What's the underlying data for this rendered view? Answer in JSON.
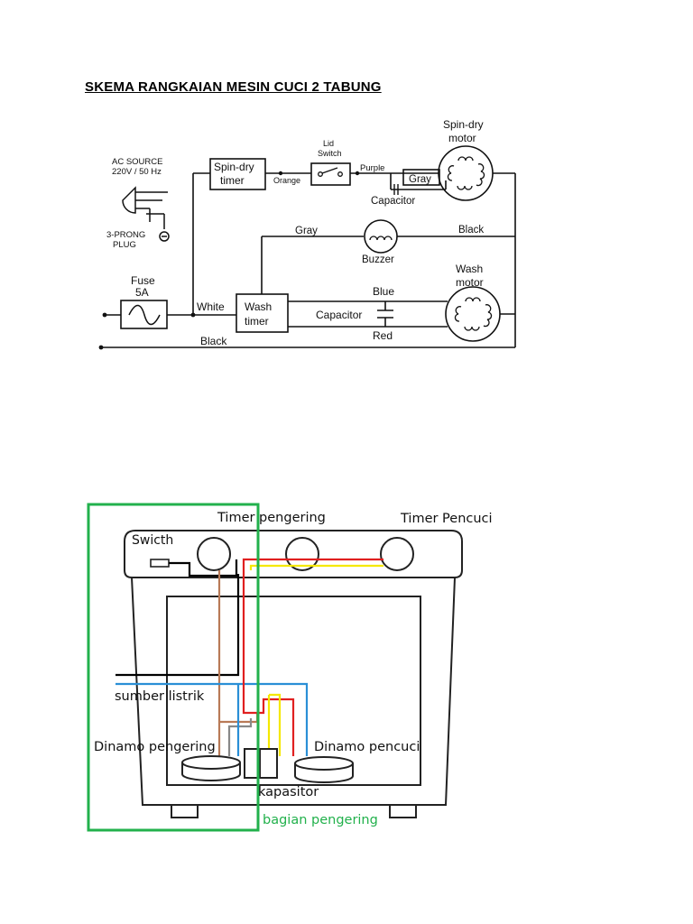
{
  "page": {
    "title": "SKEMA RANGKAIAN MESIN CUCI 2 TABUNG"
  },
  "schematic": {
    "ac_source": [
      "AC SOURCE",
      "220V / 50 Hz"
    ],
    "plug": [
      "3-PRONG",
      "PLUG"
    ],
    "fuse": [
      "Fuse",
      "5A"
    ],
    "spin_timer": [
      "Spin-dry",
      "timer"
    ],
    "wash_timer": [
      "Wash",
      "timer"
    ],
    "lid_switch": [
      "Lid",
      "Switch"
    ],
    "spin_motor": [
      "Spin-dry",
      "motor"
    ],
    "wash_motor": [
      "Wash",
      "motor"
    ],
    "buzzer": "Buzzer",
    "capacitor_spin": "Capacitor",
    "capacitor_wash": "Capacitor",
    "wires": {
      "orange": "Orange",
      "purple": "Purple",
      "gray_spin": "Gray",
      "gray_buzzer": "Gray",
      "black_buzzer": "Black",
      "white": "White",
      "blue": "Blue",
      "red": "Red",
      "black_bottom": "Black"
    }
  },
  "illustration": {
    "labels": {
      "switch": "Swicth",
      "spin_timer": "Timer pengering",
      "wash_timer": "Timer Pencuci",
      "power": "sumber listrik",
      "spin_motor": "Dinamo pengering",
      "wash_motor": "Dinamo pencuci",
      "capacitor": "kapasitor",
      "spin_section": "bagian pengering"
    },
    "colors": {
      "highlight": "#22b14c",
      "wire_brown": "#b97a57",
      "wire_red": "#e02020",
      "wire_yellow": "#f5e800",
      "wire_blue": "#2a8fd6",
      "wire_gray": "#888888",
      "wire_black": "#000000"
    }
  }
}
